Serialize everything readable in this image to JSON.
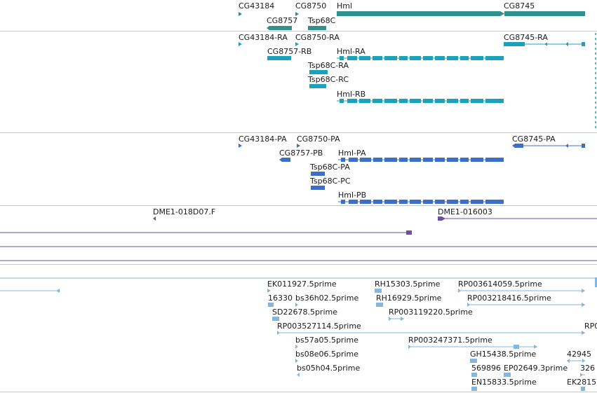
{
  "colors": {
    "gene": "#30918c",
    "transcript_cyan": "#1aa3b8",
    "transcript_blue": "#3d6fc9",
    "clone": "#6a4fa3",
    "est": "#84b6de",
    "separator": "#c8c8c8"
  },
  "gene_labels": [
    "CG43184",
    "CG8750",
    "Hml",
    "CG8745",
    "CG8757",
    "Tsp68C"
  ],
  "transcripts_a_labels": [
    "CG43184-RA",
    "CG8750-RA",
    "CG8745-RA",
    "CG8757-RB",
    "Hml-RA",
    "Tsp68C-RA",
    "Tsp68C-RC",
    "Hml-RB"
  ],
  "transcripts_b_labels": [
    "CG43184-PA",
    "CG8750-PA",
    "CG8745-PA",
    "CG8757-PB",
    "Hml-PA",
    "Tsp68C-PA",
    "Tsp68C-PC",
    "Hml-PB"
  ],
  "clone_labels": [
    "DME1-018D07.F",
    "DME1-016003"
  ],
  "est_labels": [
    "EK011927.5prime",
    "RH15303.5prime",
    "RP003614059.5prime",
    "16330",
    "bs36h02.5prime",
    "RH16929.5prime",
    "RP003218416.5prime",
    "SD22678.5prime",
    "RP003119220.5prime",
    "RP003527114.5prime",
    "RP0",
    "bs57a05.5prime",
    "RP003247371.5prime",
    "bs08e06.5prime",
    "GH15438.5prime",
    "42945",
    "bs05h04.5prime",
    "569896",
    "EP02649.3prime",
    "326",
    "EN15833.5prime",
    "EK2815"
  ]
}
